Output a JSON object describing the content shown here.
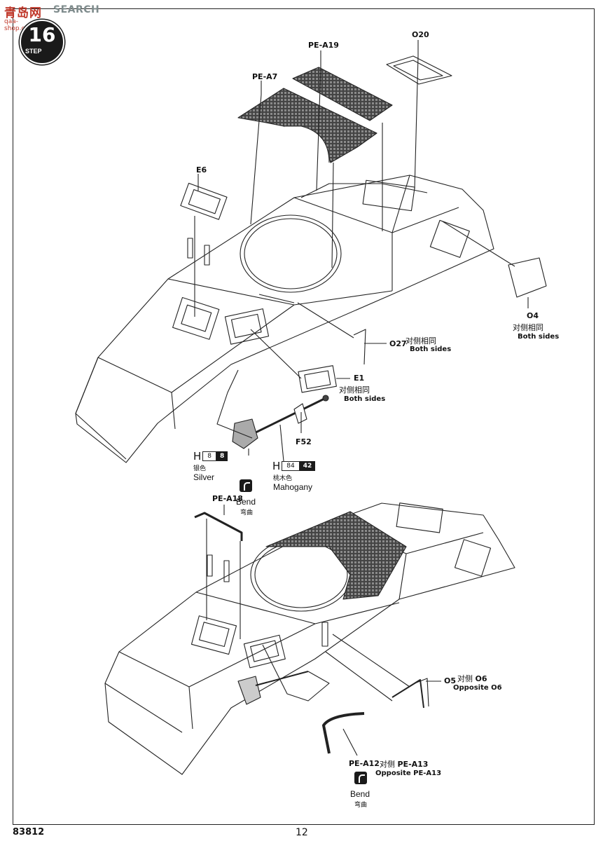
{
  "watermark": {
    "logo": "青岛网",
    "text": "SEARCH",
    "url": "qaa-shop.com"
  },
  "step": {
    "number": "16",
    "word": "STEP"
  },
  "parts": {
    "pe_a19": "PE-A19",
    "o20": "O20",
    "pe_a7": "PE-A7",
    "e6": "E6",
    "o4": "O4",
    "o27": "O27",
    "e1": "E1",
    "f52": "F52",
    "pe_a18": "PE-A18",
    "o5": "O5",
    "pe_a12": "PE-A12"
  },
  "notes": {
    "both_sides_cn": "对侧相同",
    "both_sides_en": "Both sides",
    "opposite_cn": "对侧",
    "opposite_o6": "O6",
    "opposite_o6_en": "Opposite O6",
    "opposite_pe_a13": "PE-A13",
    "opposite_pe_a13_en": "Opposite PE-A13"
  },
  "paints": [
    {
      "letter": "H",
      "code": "8",
      "fill": "8",
      "cn": "银色",
      "en": "Silver"
    },
    {
      "letter": "H",
      "code": "84",
      "fill": "42",
      "cn": "桃木色",
      "en": "Mahogany"
    }
  ],
  "bend": {
    "en": "Bend",
    "cn": "弯曲"
  },
  "footer": {
    "kit": "83812",
    "page": "12"
  },
  "colors": {
    "ink": "#1a1a1a",
    "mesh": "#555555",
    "watermark_red": "#c0392b"
  }
}
